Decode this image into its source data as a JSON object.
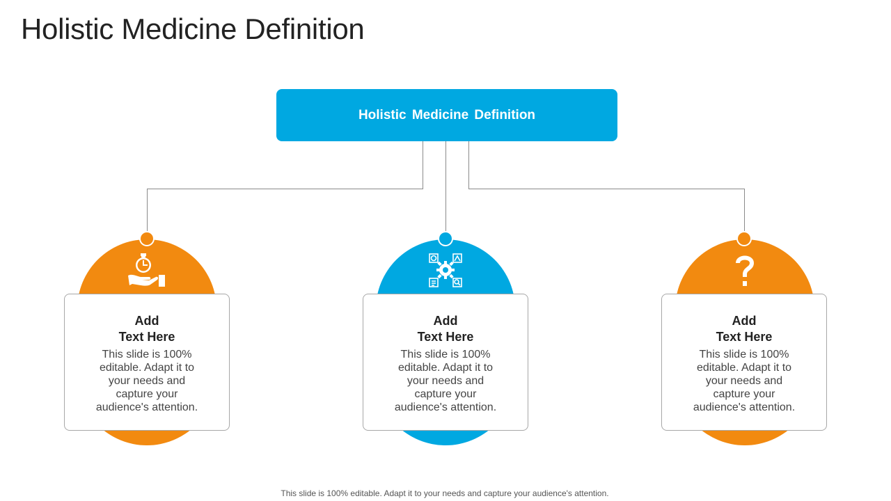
{
  "slide": {
    "title": "Holistic Medicine Definition",
    "footer": "This slide is 100% editable. Adapt it to your needs and capture your audience's attention."
  },
  "colors": {
    "blue": "#00A8E1",
    "orange": "#F28A10",
    "connector": "#8a8a8a"
  },
  "top_box": {
    "label": "Holistic Medicine Definition",
    "color": "#00A8E1"
  },
  "cards": [
    {
      "heading": "Add\nText Here",
      "body": "This slide is 100% editable. Adapt it to your needs and capture your audience's attention.",
      "color": "#F28A10",
      "icon": "stopwatch-in-hand-icon"
    },
    {
      "heading": "Add\nText Here",
      "body": "This slide is 100% editable. Adapt it to your needs and capture your audience's attention.",
      "color": "#00A8E1",
      "icon": "gear-process-icon"
    },
    {
      "heading": "Add\nText Here",
      "body": "This slide is 100% editable. Adapt it to your needs and capture your audience's attention.",
      "color": "#F28A10",
      "icon": "question-mark-icon"
    }
  ]
}
